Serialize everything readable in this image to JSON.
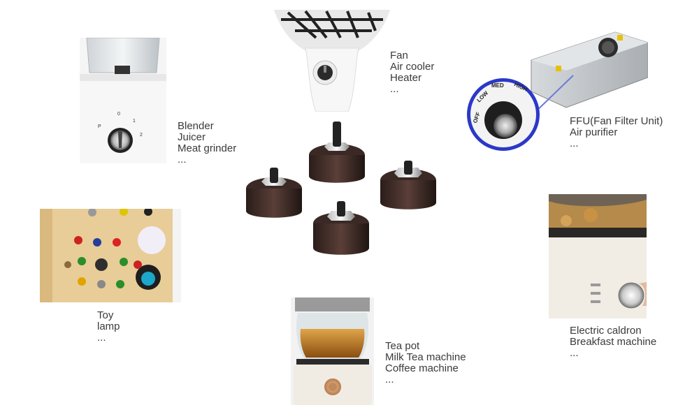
{
  "blender": {
    "lines": [
      "Blender",
      "Juicer",
      "Meat grinder",
      "..."
    ],
    "dial_marks": [
      "P",
      "0",
      "1",
      "2"
    ]
  },
  "fan": {
    "lines": [
      "Fan",
      "Air cooler",
      "Heater",
      "..."
    ]
  },
  "ffu": {
    "lines": [
      "FFU(Fan Filter Unit)",
      "Air purifier",
      "..."
    ],
    "dial_marks": [
      "OFF",
      "LOW",
      "MED",
      "HIGH"
    ]
  },
  "toy": {
    "lines": [
      "Toy",
      "lamp",
      "..."
    ]
  },
  "caldron": {
    "lines": [
      "Electric caldron",
      "Breakfast machine",
      "..."
    ]
  },
  "teapot": {
    "lines": [
      "Tea pot",
      "Milk Tea machine",
      "Coffee machine",
      "..."
    ]
  }
}
